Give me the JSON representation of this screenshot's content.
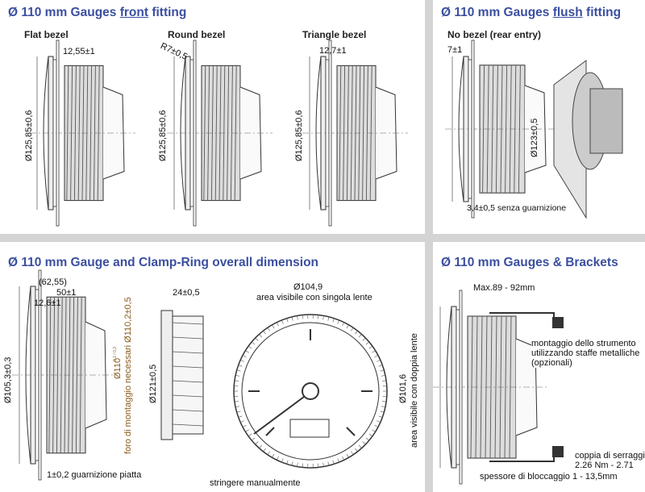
{
  "panels": {
    "front": {
      "title_pre": "Ø 110 mm Gauges ",
      "title_em": "front",
      "title_post": " fitting",
      "views": [
        {
          "label": "Flat bezel",
          "dim_top": "12,55±1",
          "dim_dia": "Ø125,85±0,6"
        },
        {
          "label": "Round bezel",
          "dim_top": "R7±0,5",
          "dim_dia": "Ø125,85±0,6"
        },
        {
          "label": "Triangle bezel",
          "dim_top": "12,7±1",
          "dim_dia": "Ø125,85±0,6"
        }
      ]
    },
    "flush": {
      "title_pre": "Ø 110 mm Gauges ",
      "title_em": "flush",
      "title_post": " fitting",
      "label": "No bezel (rear entry)",
      "dim_top": "7±1",
      "dim_dia": "Ø123±0,5",
      "dim_bottom": "3,4±0,5 senza guarnizione"
    },
    "clamp": {
      "title": "Ø 110 mm Gauge and Clamp-Ring overall dimension",
      "dim_total": "(62,55)",
      "dim_50": "50±1",
      "dim_12": "12,6±1",
      "dim_dia_left": "Ø105,3±0,3",
      "dim_hole_main": "Ø110",
      "dim_hole_tol": "0,2 / 0,3",
      "dim_hole_text": "foro di montaggio necessari Ø110,2±0,5",
      "dim_gasket": "1±0,2 guarnizione piatta",
      "ring_width": "24±0,5",
      "ring_dia": "Ø121±0,5",
      "ring_note": "stringere manualmente",
      "face_dia": "Ø104,9",
      "face_single": "area visibile con singola lente",
      "face_double_dia": "Ø101,6",
      "face_double": "area visibile con doppia lente"
    },
    "brackets": {
      "title": "Ø 110 mm Gauges & Brackets",
      "dim_max": "Max.89 - 92mm",
      "note_mount": [
        "montaggio dello strumento",
        "utilizzando staffe metalliche",
        "(opzionali)"
      ],
      "note_torque": [
        "coppia di serraggio",
        "2.26 Nm - 2.71"
      ],
      "note_thickness": "spessore di bloccaggio 1 - 13,5mm"
    }
  }
}
